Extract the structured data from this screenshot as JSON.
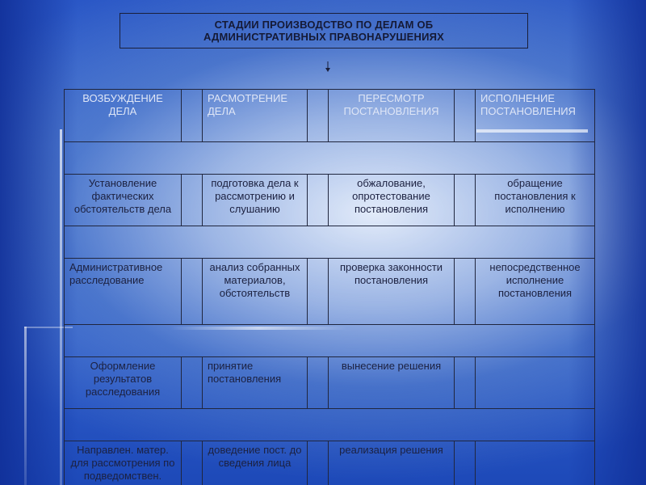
{
  "title": {
    "line1": "СТАДИИ ПРОИЗВОДСТВО ПО ДЕЛАМ ОБ",
    "line2": "АДМИНИСТРАТИВНЫХ ПРАВОНАРУШЕНИЯХ"
  },
  "table": {
    "headers": [
      "ВОЗБУЖДЕНИЕ ДЕЛА",
      "РАСМОТРЕНИЕ ДЕЛА",
      "ПЕРЕСМОТР ПОСТАНОВЛЕНИЯ",
      "ИСПОЛНЕНИЕ ПОСТАНОВЛЕНИЯ"
    ],
    "rows": [
      [
        "Установление фактических обстоятельств дела",
        "подготовка дела к рассмотрению и слушанию",
        "обжалование, опротестование постановления",
        "обращение постановления к исполнению"
      ],
      [
        "Административное расследование",
        "анализ собранных материалов, обстоятельств",
        "проверка законности постановления",
        "непосредственное исполнение постановления"
      ],
      [
        "Оформление результатов расследования",
        "принятие постановления",
        "вынесение решения",
        ""
      ],
      [
        "Направлен. матер. для рассмотрения по подведомствен.",
        "доведение пост. до сведения лица",
        "реализация решения",
        ""
      ]
    ]
  },
  "colors": {
    "background_blue": "#2a57c6",
    "border": "#20263e",
    "text_dark": "#1c2140",
    "header_text": "#dfe6f6"
  }
}
